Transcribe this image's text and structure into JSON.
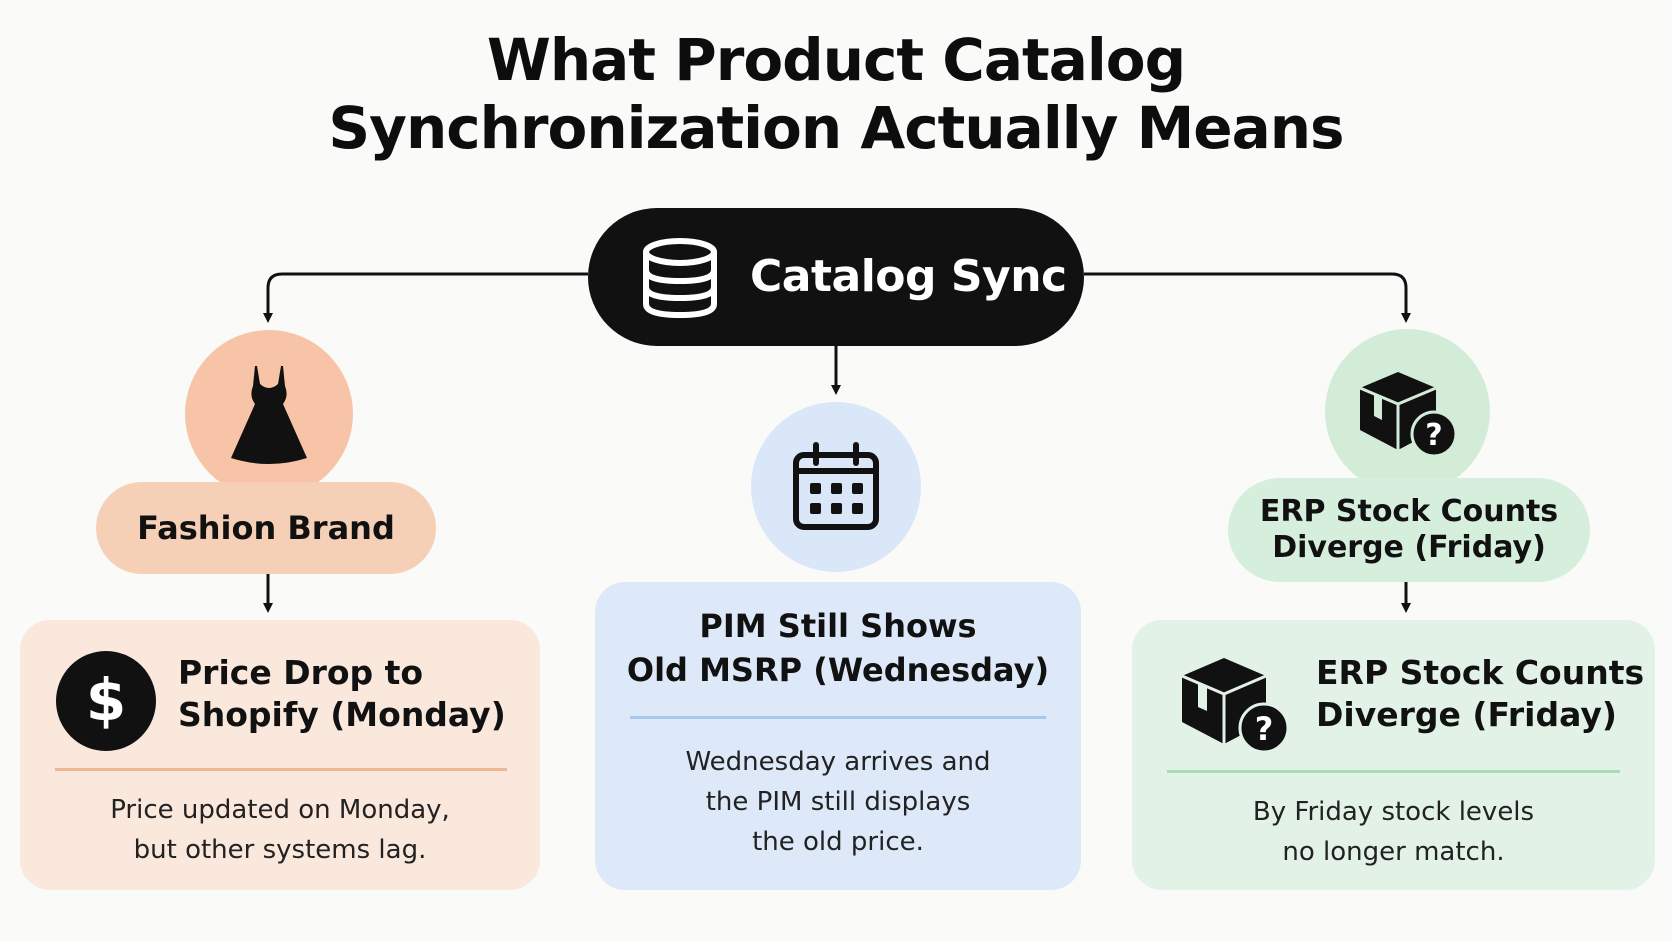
{
  "title": {
    "line1": "What Product Catalog",
    "line2": "Synchronization Actually Means"
  },
  "hub": {
    "label": "Catalog Sync",
    "icon": "database-icon"
  },
  "left": {
    "circle_icon": "dress-icon",
    "pill_label": "Fashion Brand",
    "card_icon": "dollar-icon",
    "card_heading": [
      "Price Drop to",
      "Shopify (Monday)"
    ],
    "card_desc": [
      "Price updated on Monday,",
      "but other systems lag."
    ],
    "color": "#f7c4a8"
  },
  "center": {
    "circle_icon": "calendar-icon",
    "card_heading": [
      "PIM Still Shows",
      "Old MSRP (Wednesday)"
    ],
    "card_desc": [
      "Wednesday arrives and",
      "the PIM still displays",
      "the old price."
    ],
    "color": "#d9e7f8"
  },
  "right": {
    "circle_icon": "box-question-icon",
    "pill_label": [
      "ERP Stock Counts",
      "Diverge (Friday)"
    ],
    "card_icon": "box-question-icon",
    "card_heading": [
      "ERP Stock Counts",
      "Diverge (Friday)"
    ],
    "card_desc": [
      "By Friday stock levels",
      "no longer match."
    ],
    "color": "#d3ecd8"
  }
}
